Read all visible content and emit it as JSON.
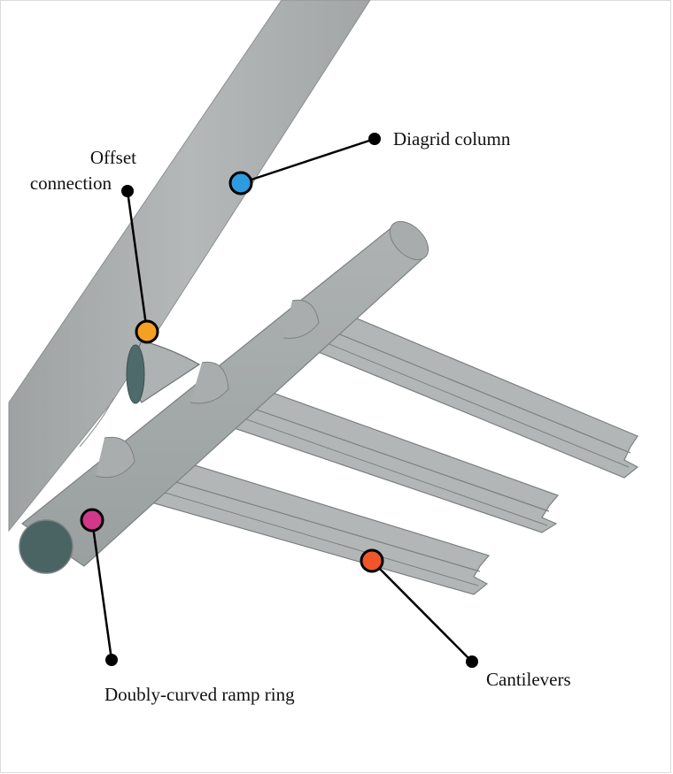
{
  "labels": {
    "diagrid_column": "Diagrid column",
    "offset_connection_line1": "Offset",
    "offset_connection_line2": "connection",
    "doubly_curved_ramp_ring": "Doubly-curved ramp ring",
    "cantilevers": "Cantilevers"
  },
  "marker_colors": {
    "diagrid_column": "#2f9be0",
    "offset_connection": "#f5a021",
    "doubly_curved_ramp_ring": "#d1388a",
    "cantilevers": "#f0562a"
  }
}
